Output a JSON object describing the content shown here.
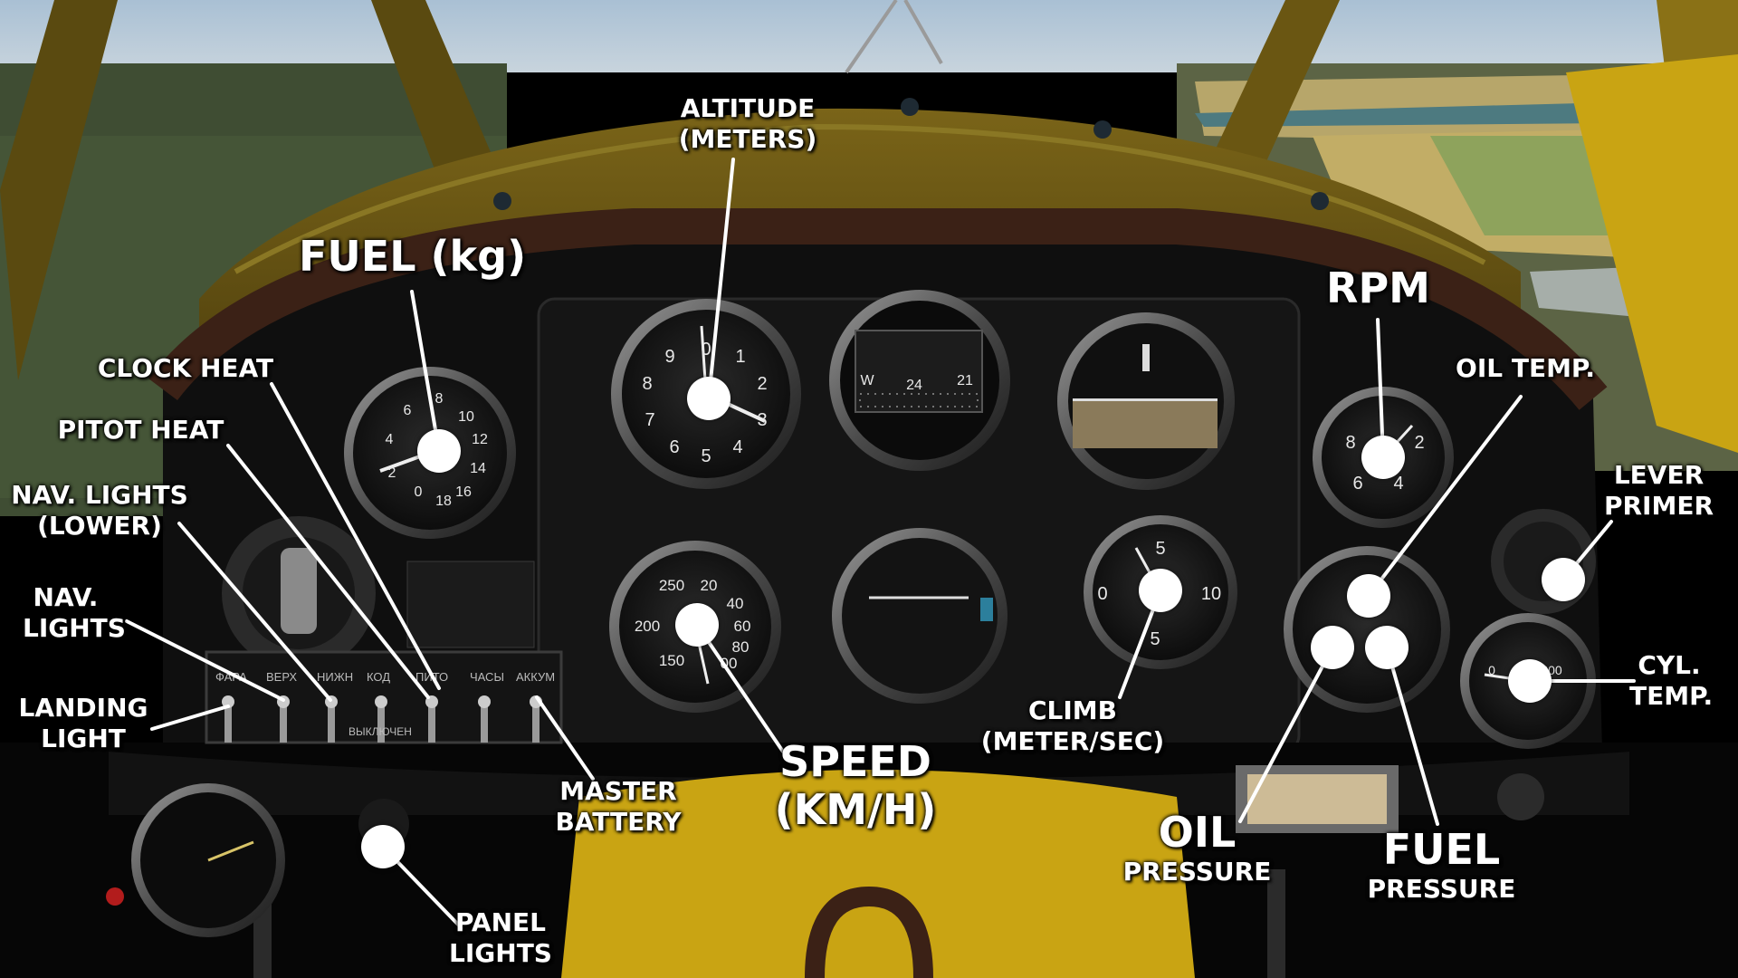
{
  "labels": {
    "altitude": {
      "line1": "ALTITUDE",
      "line2": "(METERS)"
    },
    "fuel": "FUEL (kg)",
    "clock_heat": "CLOCK HEAT",
    "pitot_heat": "PITOT HEAT",
    "nav_lights_lower": {
      "line1": "NAV. LIGHTS",
      "line2": "(LOWER)"
    },
    "nav_lights": {
      "line1": "NAV.",
      "line2": "LIGHTS"
    },
    "landing_light": {
      "line1": "LANDING",
      "line2": "LIGHT"
    },
    "master_battery": {
      "line1": "MASTER",
      "line2": "BATTERY"
    },
    "speed": {
      "line1": "SPEED",
      "line2": "(KM/H)"
    },
    "panel_lights": {
      "line1": "PANEL",
      "line2": "LIGHTS"
    },
    "rpm": "RPM",
    "oil_temp": "OIL TEMP.",
    "lever_primer": {
      "line1": "LEVER",
      "line2": "PRIMER"
    },
    "cyl_temp": {
      "line1": "CYL.",
      "line2": "TEMP."
    },
    "climb": {
      "line1": "CLIMB",
      "line2": "(METER/SEC)"
    },
    "oil_pressure": {
      "line1": "OIL",
      "line2": "PRESSURE"
    },
    "fuel_pressure": {
      "line1": "FUEL",
      "line2": "PRESSURE"
    }
  },
  "gauge_text": {
    "altimeter_numbers": [
      "0",
      "1",
      "2",
      "3",
      "4",
      "5",
      "6",
      "7",
      "8",
      "9"
    ],
    "fuel_numbers": [
      "0",
      "2",
      "4",
      "6",
      "8",
      "10",
      "12",
      "14",
      "16",
      "18"
    ],
    "speed_numbers": [
      "250",
      "20",
      "40",
      "60",
      "80",
      "00",
      "150",
      "200"
    ],
    "compass_numbers": [
      "W",
      "24",
      "21"
    ],
    "climb_numbers": [
      "0",
      "5",
      "10",
      "5"
    ],
    "rpm_numbers": [
      "8",
      "2",
      "6",
      "4"
    ],
    "cyl_numbers": [
      "0",
      "300"
    ]
  },
  "switch_panel": {
    "labels": [
      "ФАРА",
      "ВЕРХ",
      "НИЖН",
      "КОД",
      "ПИТО",
      "ЧАСЫ",
      "АККУМ"
    ],
    "off_label": "ВЫКЛЮЧЕН"
  },
  "colors": {
    "annotation": "#ffffff",
    "panel": "#111111",
    "cowling": "#5a4a12",
    "fuselage": "#c9a413",
    "sky": "#a9c0d4",
    "ground": "#4c5a3c"
  }
}
